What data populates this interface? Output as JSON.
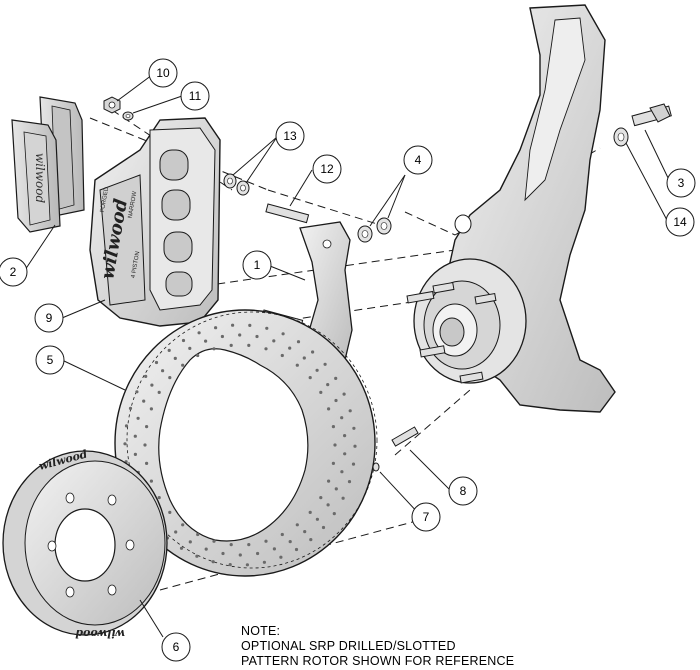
{
  "callouts": [
    "1",
    "2",
    "3",
    "4",
    "5",
    "6",
    "7",
    "8",
    "9",
    "10",
    "11",
    "12",
    "13",
    "14"
  ],
  "brand_marks": [
    "wilwood",
    "wilwood",
    "wilwood",
    "wilwood",
    "FORGED",
    "NARROW",
    "4 PISTON"
  ],
  "note": {
    "heading": "NOTE:",
    "line1": "OPTIONAL SRP DRILLED/SLOTTED",
    "line2": "PATTERN ROTOR SHOWN FOR REFERENCE"
  },
  "colors": {
    "line": "#1a1a1a",
    "part_fill": "#dcdcdc",
    "pad_fill": "#cfcfcf",
    "background": "#ffffff"
  }
}
